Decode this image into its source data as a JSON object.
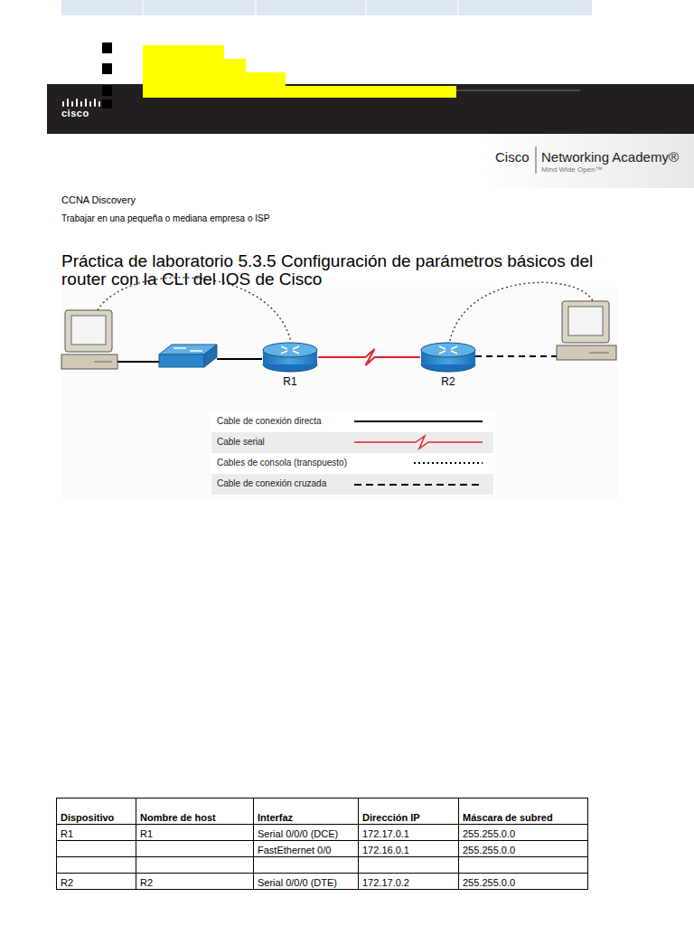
{
  "diagram": {
    "title": "Práctica de laboratorio 5.3.5 Configuración de parámetros básicos del router con la CLI del IOS de Cisco",
    "nodes": [
      {
        "text": [
          "R1"
        ]
      },
      {
        "text": [
          "R2"
        ]
      }
    ],
    "edges": [
      {
        "from": 0,
        "to": 1,
        "arrow": "none"
      }
    ],
    "labels": [
      "cisco",
      "Cisco",
      "Networking Academy®",
      "Mind Wide Open™",
      "CCNA Discovery",
      "Trabajar en una pequeña o mediana empresa o ISP",
      "Dispositivo",
      "Nombre de host",
      "Interfaz",
      "Dirección IP",
      "Máscara de subred",
      "R1",
      "R1",
      "Serial 0/0/0 (DCE)",
      "172.17.0.1",
      "255.255.0.0",
      "FastEthernet 0/0",
      "172.16.0.1",
      "255.255.0.0",
      "R2",
      "R2",
      "Serial 0/0/0 (DTE)",
      "172.17.0.2",
      "255.255.0.0"
    ],
    "legend": [
      {
        "text": "Cable de conexión directa"
      },
      {
        "text": "Cable serial"
      },
      {
        "text": "Cables de consola (transpuesto)"
      },
      {
        "text": "Cable de conexión cruzada"
      }
    ]
  }
}
